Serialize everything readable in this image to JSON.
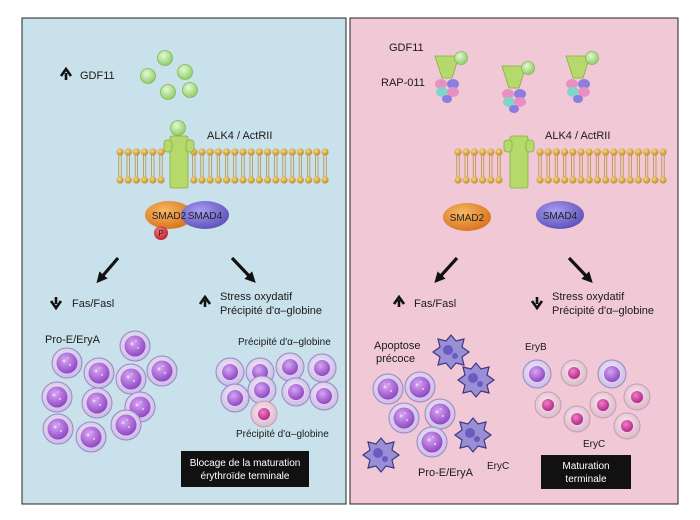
{
  "colors": {
    "left_bg": "#c9e1ea",
    "right_bg": "#f1c8d6",
    "gdf11_ball": "#a9dc86",
    "receptor": "#b5d96b",
    "membrane_bead": "#d6a436",
    "smad2": "#e88a2e",
    "smad4": "#7a6ed0",
    "phospho": "#d2323c",
    "cell_purple": "#a56ad0",
    "black_box": "#111111"
  },
  "left": {
    "gdf11_label": "GDF11",
    "receptor_label": "ALK4 / ActRII",
    "smad2": "SMAD2",
    "smad4": "SMAD4",
    "phospho": "P",
    "fasl": "Fas/Fasl",
    "stress_line1": "Stress oxydatif",
    "stress_line2": "Précipité d'α–globine",
    "proe_label": "Pro-E/EryA",
    "precip_top": "Précipité d'α–globine",
    "precip_bottom": "Précipité d'α–globine",
    "box_line1": "Blocage de la maturation",
    "box_line2": "érythroïde terminale"
  },
  "right": {
    "gdf11_label": "GDF11",
    "rap_label": "RAP-011",
    "receptor_label": "ALK4 / ActRII",
    "smad2": "SMAD2",
    "smad4": "SMAD4",
    "fasl": "Fas/Fasl",
    "stress_line1": "Stress oxydatif",
    "stress_line2": "Précipité d'α–globine",
    "apoptose_line1": "Apoptose",
    "apoptose_line2": "précoce",
    "proe_label": "Pro-E/EryA",
    "eryc_label_left": "EryC",
    "eryb_label": "EryB",
    "eryc_label_right": "EryC",
    "box_line1": "Maturation",
    "box_line2": "terminale"
  }
}
